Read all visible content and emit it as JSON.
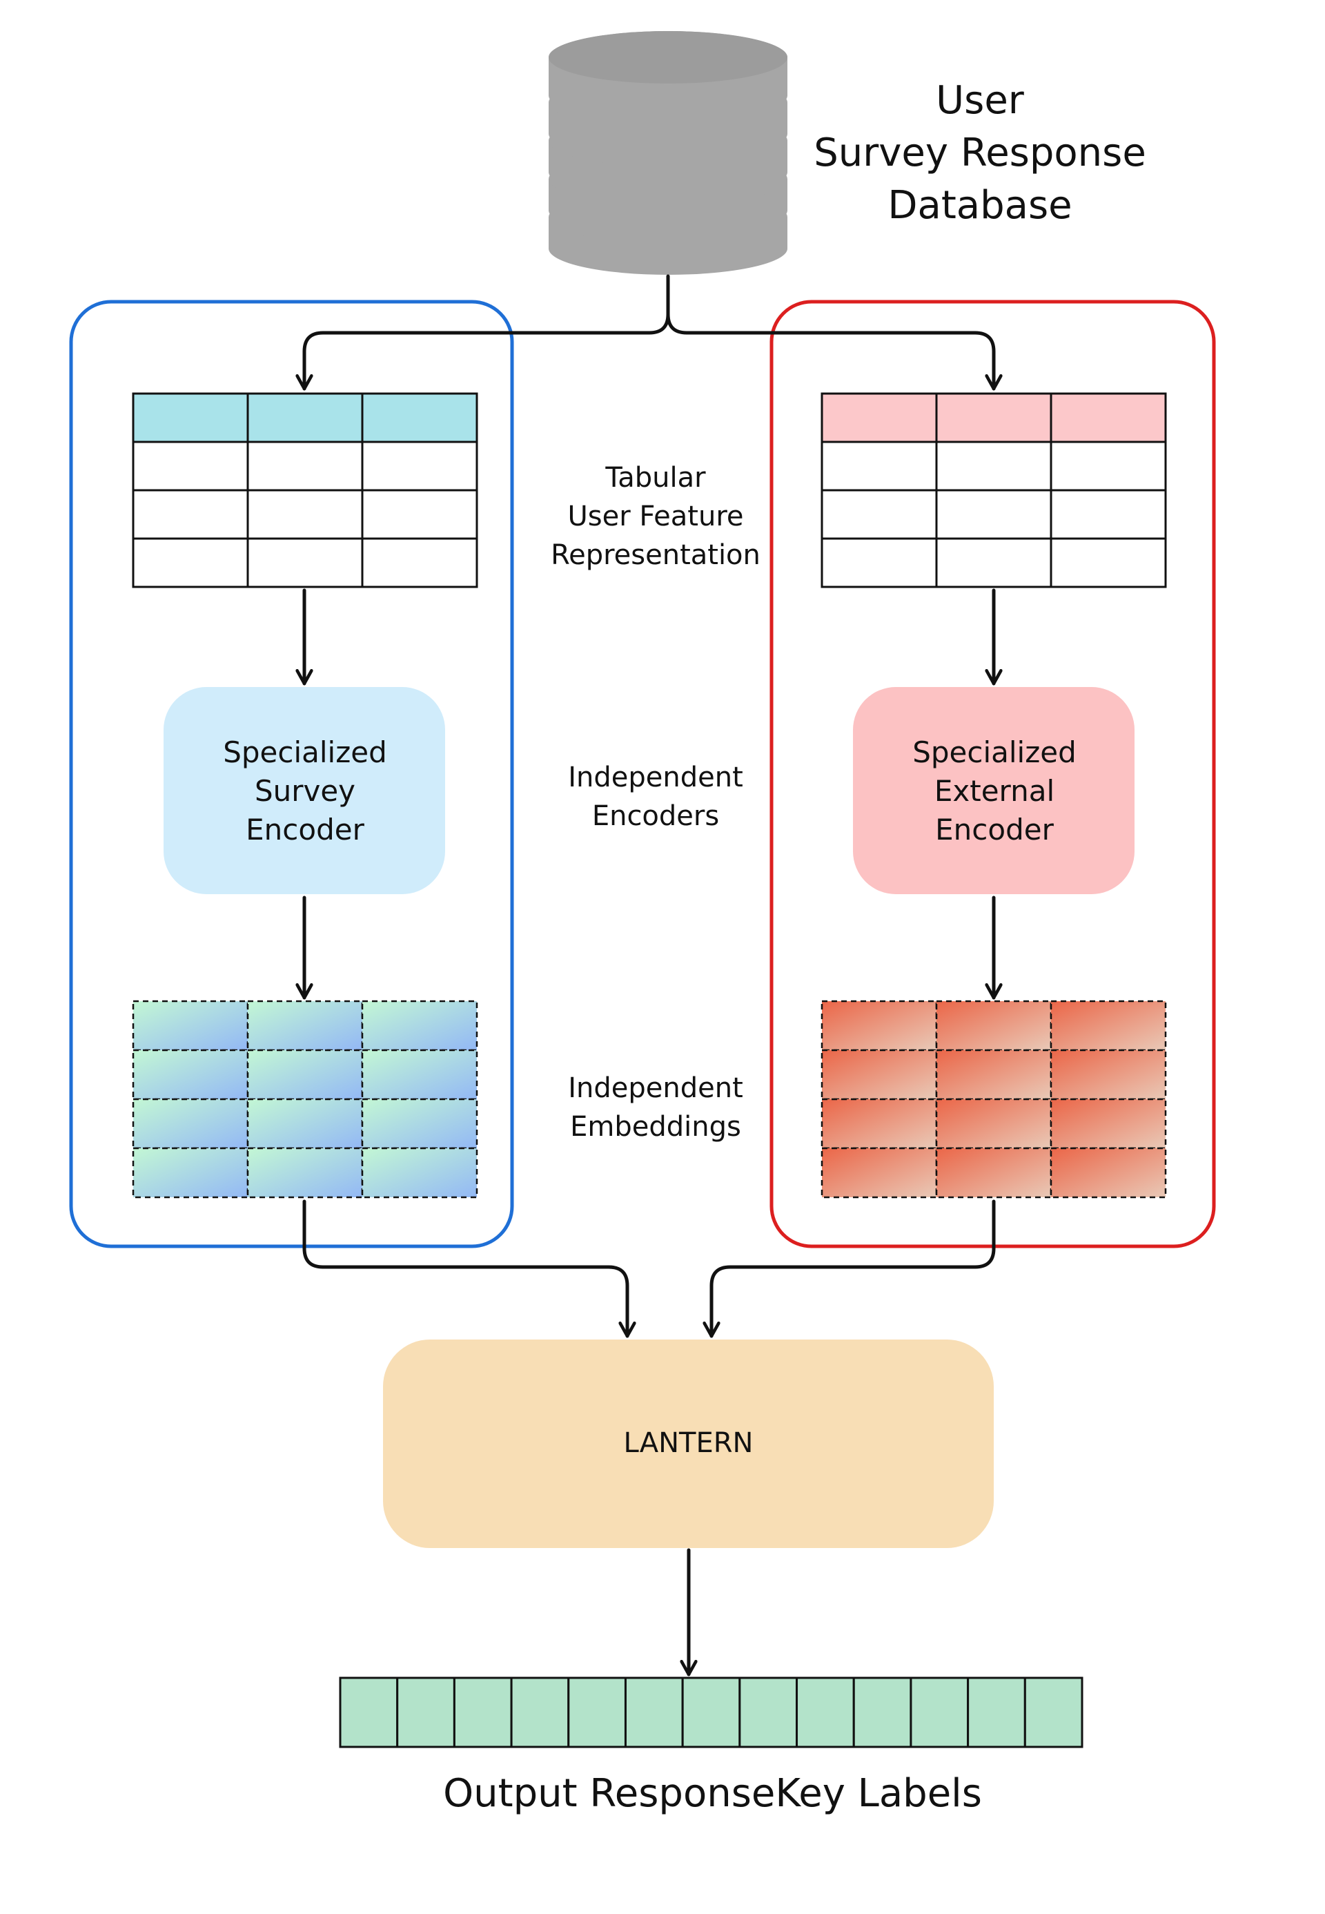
{
  "database": {
    "icon": "database-icon",
    "title_lines": [
      "User",
      "Survey Response",
      "Database"
    ],
    "color": "#a6a6a6"
  },
  "stage_labels": {
    "tabular": [
      "Tabular",
      "User Feature",
      "Representation"
    ],
    "encoders": [
      "Independent",
      "Encoders"
    ],
    "embeddings": [
      "Independent",
      "Embeddings"
    ]
  },
  "branches": {
    "survey": {
      "frame_color": "#1f6fd6",
      "table_header_color": "#a9e3ea",
      "encoder_lines": [
        "Specialized",
        "Survey",
        "Encoder"
      ],
      "encoder_color": "#d0ecfb",
      "embedding_gradient": [
        "#c3f7d4",
        "#93b8f5"
      ]
    },
    "external": {
      "frame_color": "#dc1f1f",
      "table_header_color": "#fcc8ca",
      "encoder_lines": [
        "Specialized",
        "External",
        "Encoder"
      ],
      "encoder_color": "#fcc2c3",
      "embedding_gradient": [
        "#eb6648",
        "#e9c9b7"
      ]
    }
  },
  "lantern": {
    "label": "LANTERN",
    "color": "#f8deb5"
  },
  "output": {
    "label": "Output ResponseKey Labels",
    "cell_color": "#b3e3ca",
    "cell_count": 13
  }
}
